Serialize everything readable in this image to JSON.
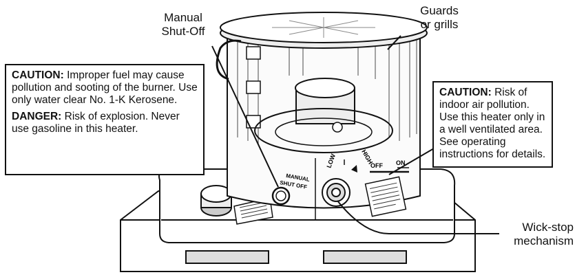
{
  "labels": {
    "manual_shutoff": [
      "Manual",
      "Shut-Off"
    ],
    "guards": [
      "Guards",
      "or grills"
    ],
    "wick_stop": [
      "Wick-stop",
      "mechanism"
    ]
  },
  "caution_left": {
    "caution_heading": "CAUTION:",
    "caution_text": "Improper fuel may cause pollution and sooting of the burner. Use only water clear No. 1-K Kerosene.",
    "danger_heading": "DANGER:",
    "danger_text": "Risk of explosion. Never use gasoline in this heater."
  },
  "caution_right": {
    "caution_heading": "CAUTION:",
    "caution_text": "Risk of indoor air pollution. Use this heater only in a well ventilated area. See operating instructions for details."
  },
  "heater_markings": {
    "manual_shut_off": [
      "MANUAL",
      "SHUT OFF"
    ],
    "low": "LOW",
    "high": "HIGH",
    "off": "OFF",
    "on": "ON"
  }
}
